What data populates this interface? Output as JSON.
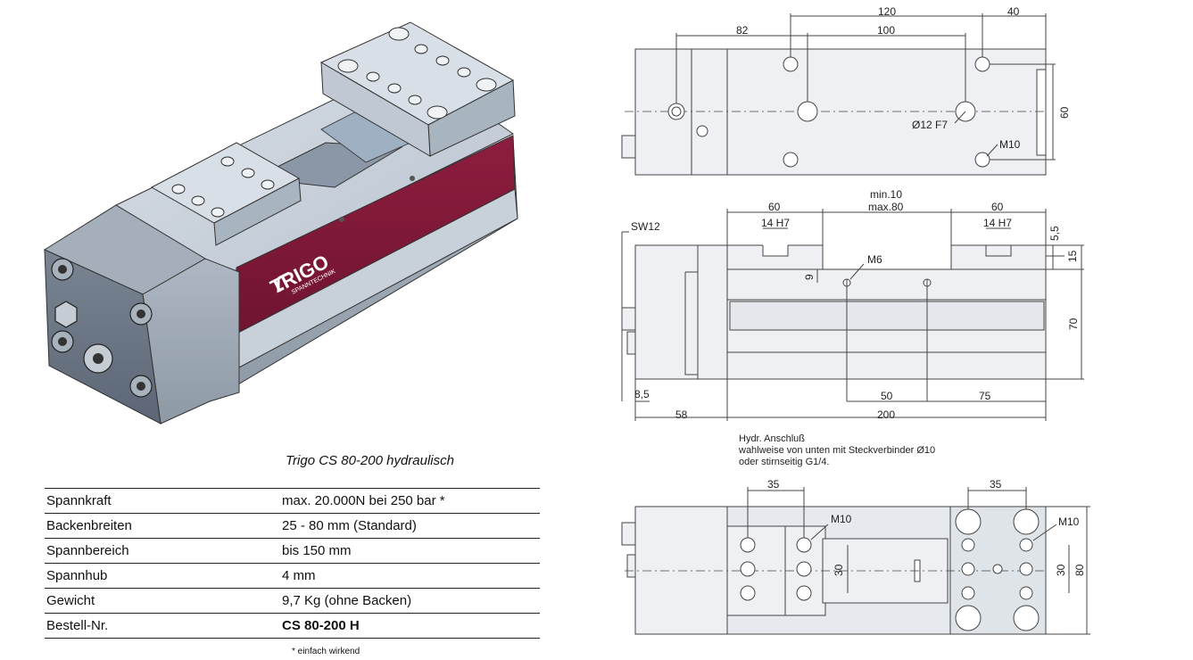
{
  "product": {
    "caption": "Trigo CS 80-200 hydraulisch",
    "brand_main": "TRIGO",
    "brand_sub": "SPANNTECHNIK"
  },
  "specs": [
    {
      "key": "Spannkraft",
      "value": "max. 20.000N bei 250 bar *"
    },
    {
      "key": "Backenbreiten",
      "value": "25 - 80 mm (Standard)"
    },
    {
      "key": "Spannbereich",
      "value": "bis 150 mm"
    },
    {
      "key": "Spannhub",
      "value": "4 mm"
    },
    {
      "key": "Gewicht",
      "value": "9,7 Kg (ohne Backen)"
    },
    {
      "key": "Bestell-Nr.",
      "value": "CS 80-200 H"
    }
  ],
  "footnote": "* einfach wirkend",
  "drawing": {
    "top": {
      "d120": "120",
      "d40": "40",
      "d82": "82",
      "d100": "100",
      "d60": "60",
      "bore": "Ø12 F7",
      "thread": "M10"
    },
    "side": {
      "sw": "SW12",
      "d60a": "60",
      "d60b": "60",
      "min": "min.10",
      "max": "max.80",
      "slot_a": "14 H7",
      "slot_b": "14 H7",
      "d55": "5,5",
      "d15": "15",
      "m6": "M6",
      "d9": "9",
      "d70": "70",
      "d85": "8,5",
      "d58": "58",
      "d50": "50",
      "d75": "75",
      "d200": "200"
    },
    "note": [
      "Hydr. Anschluß",
      "wahlweise von unten mit Steckverbinder Ø10",
      "oder stirnseitig G1/4."
    ],
    "bottom": {
      "d35a": "35",
      "d35b": "35",
      "m10a": "M10",
      "m10b": "M10",
      "d30a": "30",
      "d30b": "30",
      "d80": "80"
    }
  }
}
